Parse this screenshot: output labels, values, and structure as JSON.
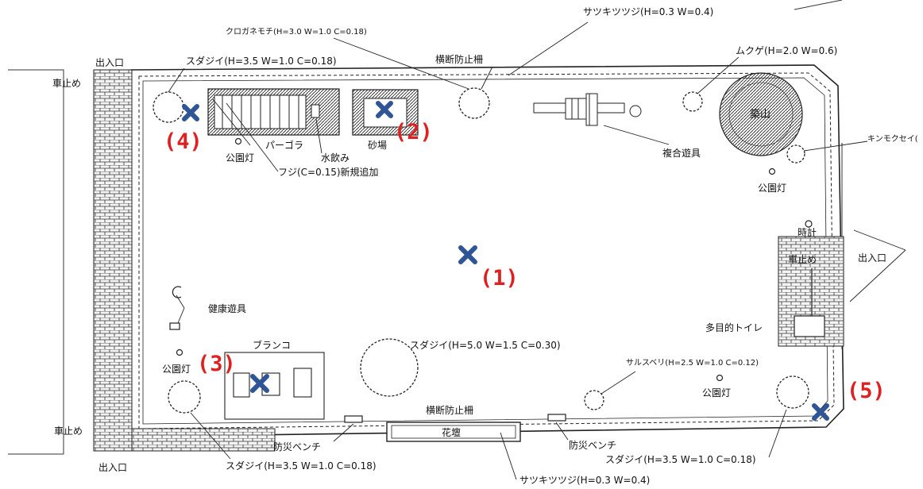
{
  "colors": {
    "marker": "#2f5597",
    "number": "#e02020",
    "line": "#222222"
  },
  "icons": {
    "spot_marker": "x-mark-icon",
    "lamp": "lamp-icon"
  },
  "labels": {
    "satsuki_top": "サツキツツジ(H=0.3  W=0.4)",
    "satsuki_bottom": "サツキツツジ(H=0.3  W=0.4)",
    "kurogane": "クロガネモチ(H=3.0  W=1.0  C=0.18)",
    "sudajii_tl": "スダジイ(H=3.5  W=1.0  C=0.18)",
    "sudajii_center": "スダジイ(H=5.0  W=1.5  C=0.30)",
    "sudajii_bl": "スダジイ(H=3.5  W=1.0  C=0.18)",
    "sudajii_br": "スダジイ(H=3.5  W=1.0  C=0.18)",
    "mukuge": "ムクゲ(H=2.0  W=0.6)",
    "sarusuberi": "サルスベリ(H=2.5  W=1.0  C=0.12)",
    "kinmokusei": "キンモクセイ(",
    "fence_top": "横断防止柵",
    "fence_bottom": "横断防止柵",
    "exit_tl": "出入口",
    "exit_bl": "出入口",
    "exit_right": "出入口",
    "carstop_tl": "車止め",
    "carstop_bl": "車止め",
    "carstop_right": "車止め",
    "pergola": "パーゴラ",
    "water": "水飲み",
    "sandbox": "砂場",
    "fuji": "フジ(C=0.15)新規追加",
    "playset": "複合遊具",
    "mound": "築山",
    "lamp_1": "公園灯",
    "lamp_2": "公園灯",
    "lamp_3": "公園灯",
    "lamp_4": "公園灯",
    "clock": "時計",
    "toilet": "多目的トイレ",
    "health": "健康遊具",
    "swing": "ブランコ",
    "bench_left": "防災ベンチ",
    "bench_right": "防災ベンチ",
    "flowerbed": "花壇"
  },
  "spots": [
    {
      "label": "(1)"
    },
    {
      "label": "(2)"
    },
    {
      "label": "(3)"
    },
    {
      "label": "(4)"
    },
    {
      "label": "(5)"
    }
  ]
}
